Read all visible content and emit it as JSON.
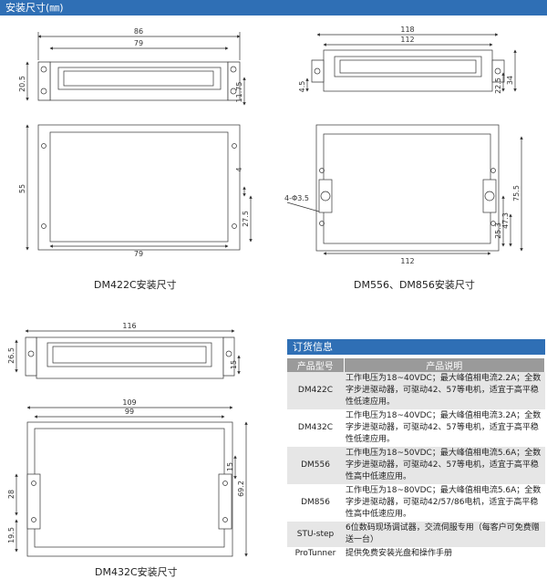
{
  "header": {
    "title": "安装尺寸(㎜)"
  },
  "drawings": {
    "dm422c": {
      "caption": "DM422C安装尺寸",
      "dims": {
        "w_outer": "86",
        "w_inner": "79",
        "h_side": "20.5",
        "h_right": "11.75",
        "h_front": "55",
        "d_small": "4",
        "d_mid": "27.5",
        "w_bottom": "79"
      }
    },
    "dm556": {
      "caption": "DM556、DM856安装尺寸",
      "dims": {
        "w_outer": "118",
        "w_inner": "112",
        "h_left": "4.5",
        "h_r1": "22.5",
        "h_r2": "34",
        "hole": "4-Φ3.5",
        "h_front": "75.5",
        "h_mid": "47.3",
        "h_low": "25.3",
        "w_bottom": "112"
      }
    },
    "dm432c": {
      "caption": "DM432C安装尺寸",
      "dims": {
        "w_top": "116",
        "h_left": "26.5",
        "h_right": "15",
        "w_outer": "109",
        "w_inner": "99",
        "h_left2": "28",
        "h_left3": "19.5",
        "h_small": "15",
        "h_right2": "69.2"
      }
    }
  },
  "order": {
    "title": "订货信息",
    "columns": [
      "产品型号",
      "产品说明"
    ],
    "rows": [
      {
        "model": "DM422C",
        "desc": "工作电压为18~40VDC；最大峰值相电流2.2A；全数字步进驱动器，可驱动42、57等电机，适宜于高平稳性低速应用。"
      },
      {
        "model": "DM432C",
        "desc": "工作电压为18~40VDC；最大峰值相电流3.2A；全数字步进驱动器，可驱动42、57等电机，适宜于高平稳性低速应用。"
      },
      {
        "model": "DM556",
        "desc": "工作电压为18~50VDC；最大峰值相电流5.6A；全数字步进驱动器，可驱动42、57等电机，适宜于高平稳性高中低速应用。"
      },
      {
        "model": "DM856",
        "desc": "工作电压为18~80VDC；最大峰值相电流5.6A；全数字步进驱动器，可驱动42/57/86电机，适宜于高平稳性高中低速应用。"
      },
      {
        "model": "STU-step",
        "desc": "6位数码现场调试器，交流伺服专用（每客户可免费赠送一台）"
      },
      {
        "model": "ProTunner",
        "desc": "提供免费安装光盘和操作手册"
      }
    ]
  }
}
